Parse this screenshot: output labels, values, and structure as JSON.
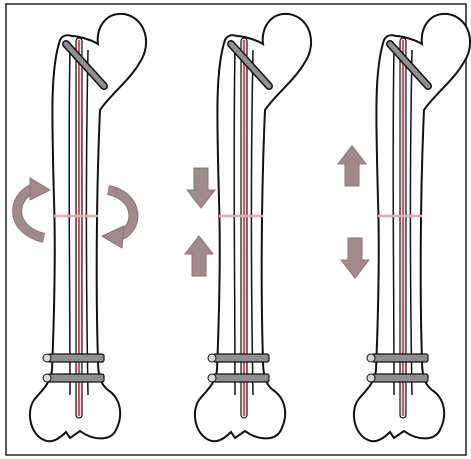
{
  "figure": {
    "panels": [
      {
        "id": "rotation",
        "arrows": "curved-rotation-arrows"
      },
      {
        "id": "axial-compression",
        "arrows": "inward-vertical-arrows"
      },
      {
        "id": "axial-distraction",
        "arrows": "outward-vertical-arrows"
      }
    ],
    "colors": {
      "outline": "#111111",
      "nail": "#c85a6a",
      "arrow": "#a08a8c",
      "arrow_edge": "#8b7375",
      "screw": "#8f8f93",
      "fracture": "#e8a7ad",
      "frame": "#222222"
    }
  }
}
